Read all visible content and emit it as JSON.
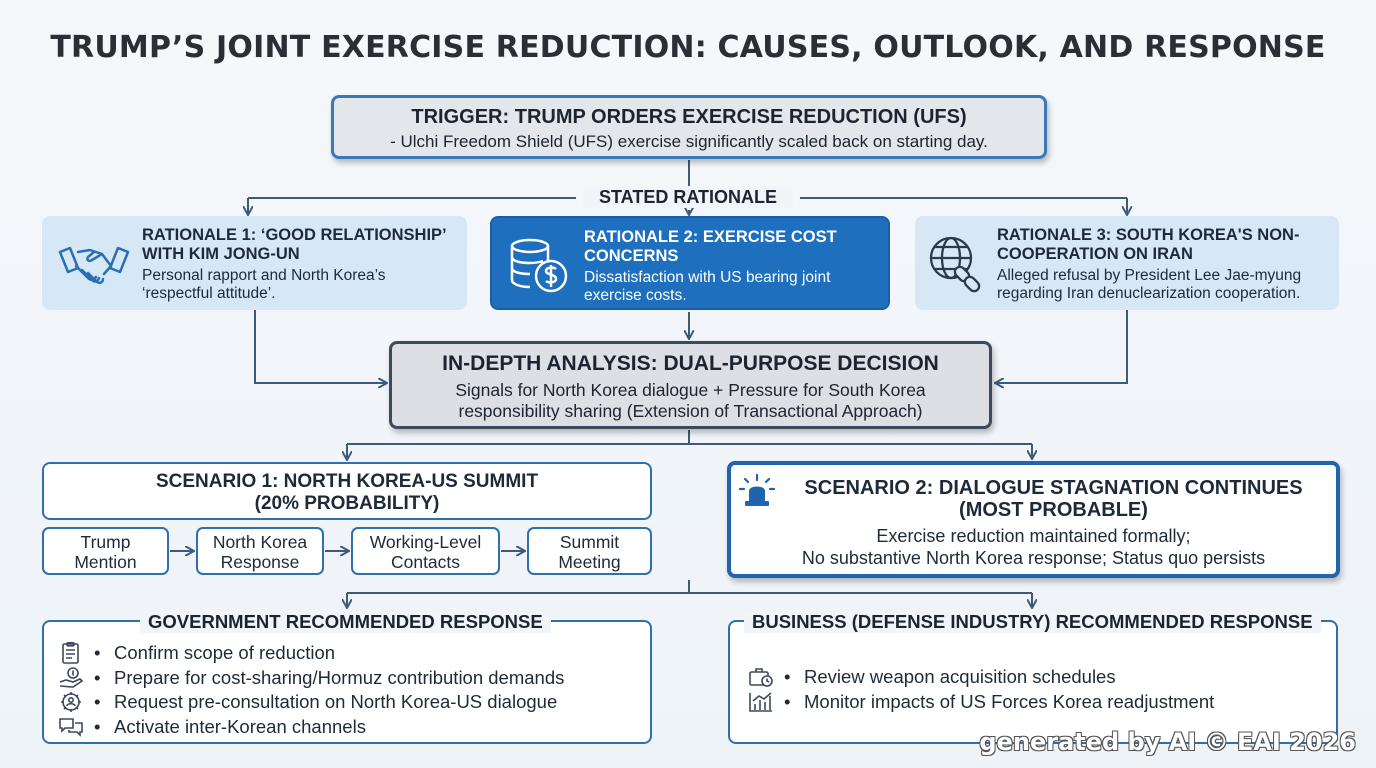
{
  "title": "TRUMP’S JOINT EXERCISE REDUCTION: CAUSES, OUTLOOK, AND RESPONSE",
  "trigger": {
    "heading": "TRIGGER: TRUMP ORDERS EXERCISE REDUCTION (UFS)",
    "detail": "- Ulchi Freedom Shield (UFS) exercise significantly scaled back on starting day."
  },
  "stated_rationale_label": "STATED RATIONALE",
  "rationales": [
    {
      "heading": "RATIONALE 1: ‘GOOD RELATIONSHIP’ WITH KIM JONG-UN",
      "detail": "Personal rapport and North Korea’s ‘respectful attitude’.",
      "icon": "handshake-icon"
    },
    {
      "heading": "RATIONALE 2: EXERCISE COST CONCERNS",
      "detail": "Dissatisfaction with US bearing joint exercise costs.",
      "icon": "coins-dollar-icon"
    },
    {
      "heading": "RATIONALE 3: SOUTH KOREA'S NON-COOPERATION ON IRAN",
      "detail": "Alleged refusal by President Lee Jae-myung regarding Iran denuclearization cooperation.",
      "icon": "globe-broken-link-icon"
    }
  ],
  "analysis": {
    "heading": "IN-DEPTH ANALYSIS: DUAL-PURPOSE DECISION",
    "detail_line1": "Signals for North Korea dialogue + Pressure for South Korea",
    "detail_line2": "responsibility sharing (Extension of Transactional Approach)"
  },
  "scenario1": {
    "heading_line1": "SCENARIO 1: NORTH KOREA-US SUMMIT",
    "heading_line2": "(20% PROBABILITY)",
    "steps": [
      {
        "line1": "Trump",
        "line2": "Mention"
      },
      {
        "line1": "North Korea",
        "line2": "Response"
      },
      {
        "line1": "Working-Level",
        "line2": "Contacts"
      },
      {
        "line1": "Summit",
        "line2": "Meeting"
      }
    ]
  },
  "scenario2": {
    "heading_line1": "SCENARIO 2: DIALOGUE STAGNATION CONTINUES",
    "heading_line2": "(MOST PROBABLE)",
    "detail_line1": "Exercise reduction maintained formally;",
    "detail_line2": "No substantive North Korea response; Status quo persists",
    "icon": "siren-icon"
  },
  "government": {
    "title": "GOVERNMENT RECOMMENDED RESPONSE",
    "items": [
      {
        "text": "Confirm scope of reduction",
        "icon": "clipboard-icon"
      },
      {
        "text": "Prepare for cost-sharing/Hormuz contribution demands",
        "icon": "hand-coin-icon"
      },
      {
        "text": "Request pre-consultation on North Korea-US dialogue",
        "icon": "gear-people-icon"
      },
      {
        "text": "Activate inter-Korean channels",
        "icon": "chat-bubbles-icon"
      }
    ]
  },
  "business": {
    "title": "BUSINESS (DEFENSE INDUSTRY) RECOMMENDED RESPONSE",
    "items": [
      {
        "text": "Review weapon acquisition schedules",
        "icon": "briefcase-clock-icon"
      },
      {
        "text": "Monitor impacts of US Forces Korea readjustment",
        "icon": "bar-chart-icon"
      }
    ]
  },
  "watermark": "generated by AI © EAI 2026",
  "colors": {
    "accent_blue": "#1f6fbf",
    "light_blue": "#d6e8f6",
    "connector": "#3d5a7a",
    "box_gray": "#dcdfe3"
  }
}
